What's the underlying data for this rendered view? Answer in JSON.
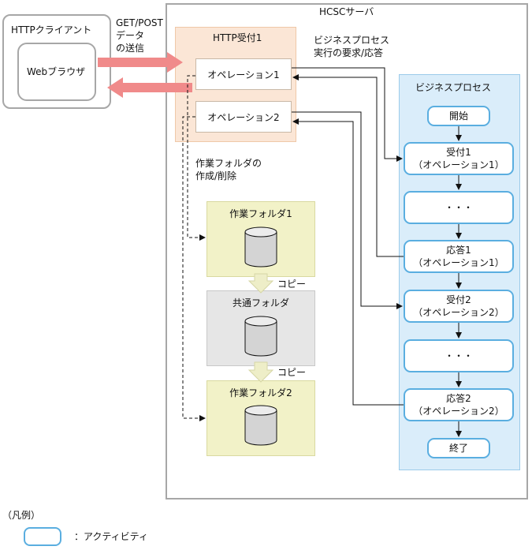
{
  "client": {
    "title": "HTTPクライアント",
    "browser": "Webブラウザ"
  },
  "request_label": [
    "GET/POST",
    "データ",
    "の送信"
  ],
  "server": {
    "title": "HCSCサーバ",
    "reception": {
      "title": "HTTP受付1",
      "op1": "オペレーション1",
      "op2": "オペレーション2"
    },
    "bp_request_label": [
      "ビジネスプロセス",
      "実行の要求/応答"
    ],
    "folder_label": [
      "作業フォルダの",
      "作成/削除"
    ],
    "work_folder1": "作業フォルダ1",
    "shared_folder": "共通フォルダ",
    "work_folder2": "作業フォルダ2",
    "copy1": "コピー",
    "copy2": "コピー",
    "business_process": {
      "title": "ビジネスプロセス",
      "start": "開始",
      "recv1": [
        "受付1",
        "（オペレーション1）"
      ],
      "dots1": "・・・",
      "resp1": [
        "応答1",
        "（オペレーション1）"
      ],
      "recv2": [
        "受付2",
        "（オペレーション2）"
      ],
      "dots2": "・・・",
      "resp2": [
        "応答2",
        "（オペレーション2）"
      ],
      "end": "終了"
    }
  },
  "legend": {
    "title": "（凡例）",
    "activity": "：アクティビティ"
  },
  "colors": {
    "reception_fill": "#fbe6d6",
    "bp_fill": "#daedfa",
    "activity_border": "#5aaee0",
    "work_folder_fill": "#f2f2c8",
    "shared_folder_fill": "#e6e6e6",
    "http_arrow": "#f08a8a",
    "copy_arrow": "#eeeec8"
  }
}
